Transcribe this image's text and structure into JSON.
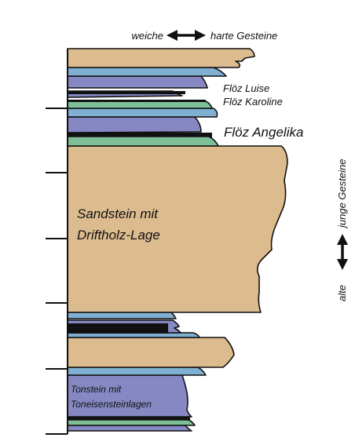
{
  "legend_top": {
    "left_label": "weiche",
    "right_label": "harte Gesteine"
  },
  "legend_side": {
    "top_label": "junge Gesteine",
    "bottom_label": "alte"
  },
  "seams": {
    "luise": "Flöz Luise",
    "karoline": "Flöz Karoline",
    "angelika": "Flöz Angelika"
  },
  "rock_units": {
    "sandstone_line1": "Sandstein mit",
    "sandstone_line2": "Driftholz-Lage",
    "claystone_line1": "Tonstein mit",
    "claystone_line2": "Toneisensteinlagen"
  },
  "colors": {
    "sandstone": "#dcbb8e",
    "claystone": "#8588c2",
    "siltstone": "#7fb0d2",
    "coal_adjacent": "#7fbf98",
    "coal": "#111111"
  }
}
